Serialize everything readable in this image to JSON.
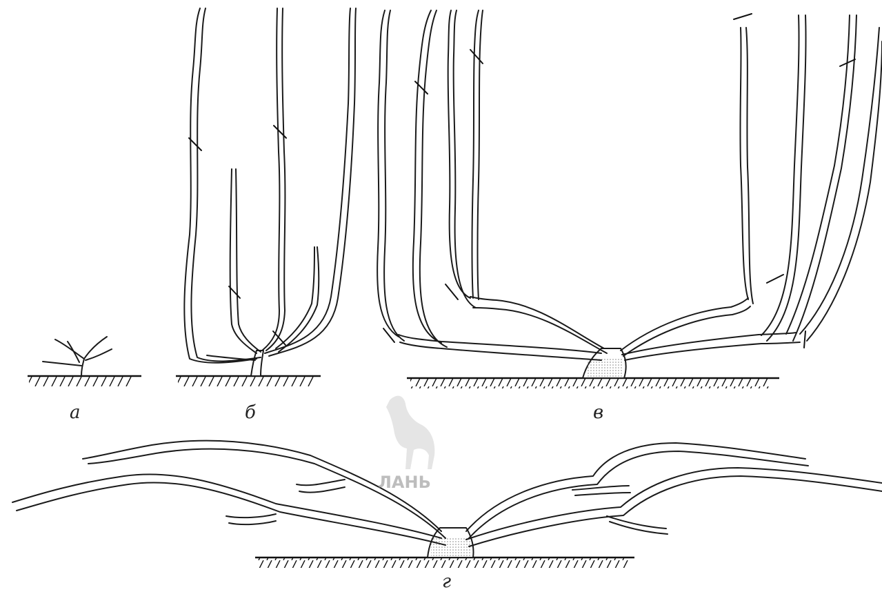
{
  "figure": {
    "labels": {
      "a": "а",
      "b": "б",
      "v": "в",
      "g": "г"
    },
    "watermark": "ЛАНЬ",
    "colors": {
      "line": "#1a1a1a",
      "background": "#ffffff",
      "watermark": "#888888"
    }
  }
}
